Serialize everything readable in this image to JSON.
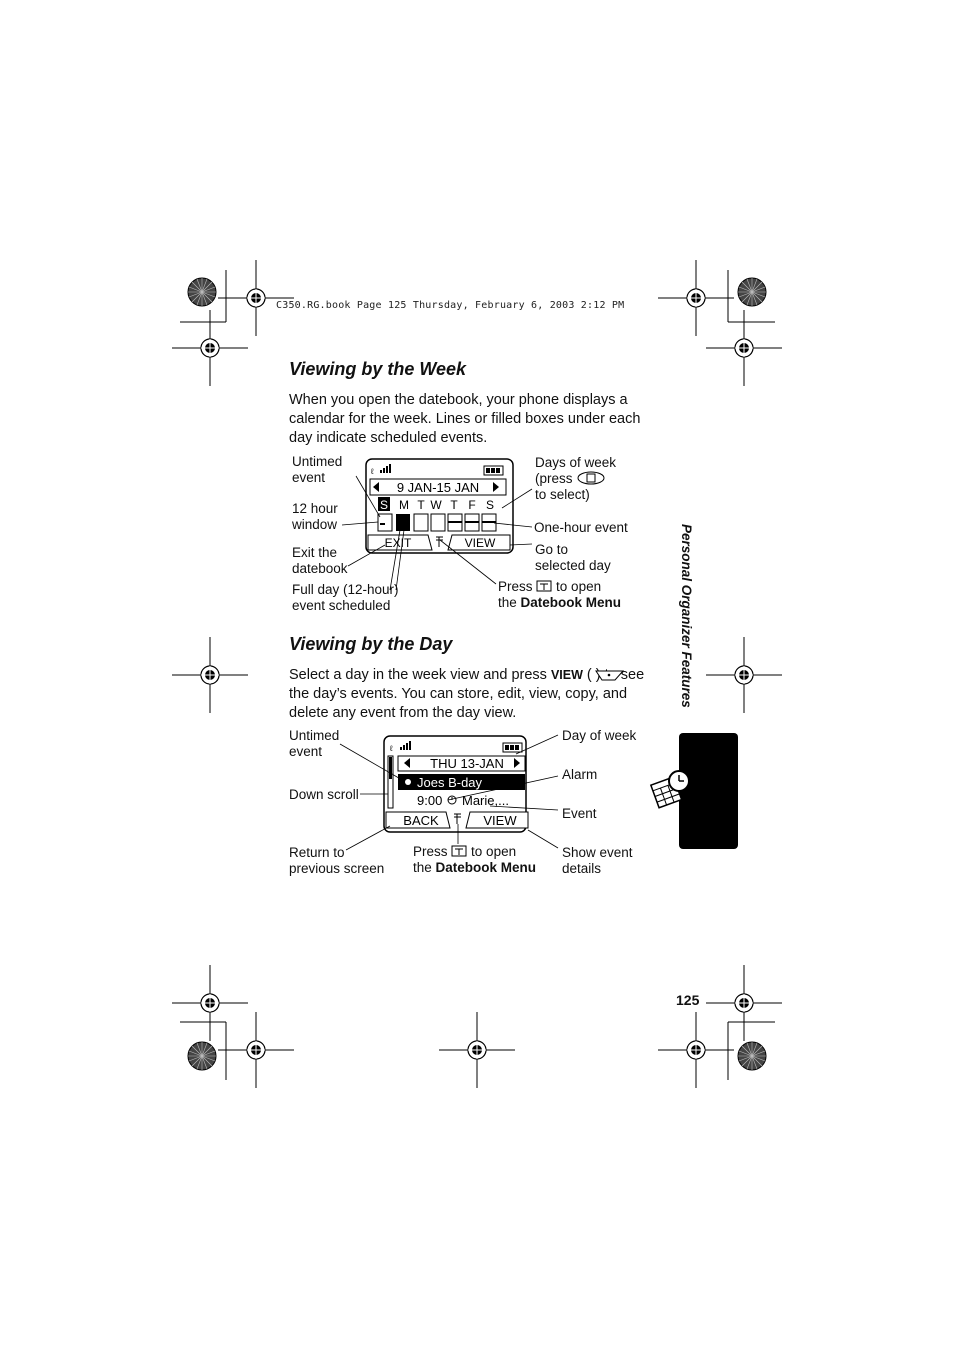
{
  "header_line": "C350.RG.book  Page 125  Thursday, February 6, 2003  2:12 PM",
  "section_week": {
    "title": "Viewing by the Week",
    "body": "When you open the datebook, your phone displays a calendar for the week. Lines or filled boxes under each day indicate scheduled events.",
    "screen": {
      "range": "9 JAN-15 JAN",
      "days": [
        "S",
        "M",
        "T",
        "W",
        "T",
        "F",
        "S"
      ],
      "left_key": "EXIT",
      "right_key": "VIEW"
    },
    "callouts": {
      "untimed_event": [
        "Untimed",
        "event"
      ],
      "twelve_hour": [
        "12 hour",
        "window"
      ],
      "exit": [
        "Exit the",
        "datebook"
      ],
      "full_day": [
        "Full day (12-hour)",
        "event scheduled"
      ],
      "days_of_week": [
        "Days of week",
        "(press",
        "to select)"
      ],
      "one_hour": "One-hour event",
      "go_to": [
        "Go to",
        "selected day"
      ],
      "press_menu": [
        "Press",
        "to open",
        "the",
        "Datebook Menu"
      ]
    }
  },
  "section_day": {
    "title": "Viewing by the Day",
    "body_pre": "Select a day in the week view and press ",
    "body_key": "VIEW",
    "body_post": " (   ) to see the day’s events. You can store, edit, view, copy, and delete any event from the day view.",
    "screen": {
      "date": "THU 13-JAN",
      "event1": "Joes B-day",
      "event2_time": "9:00",
      "event2_text": "Marie,...",
      "left_key": "BACK",
      "right_key": "VIEW"
    },
    "callouts": {
      "untimed_event": [
        "Untimed",
        "event"
      ],
      "down_scroll": "Down scroll",
      "return": [
        "Return to",
        "previous screen"
      ],
      "press_menu": [
        "Press",
        "to open",
        "the",
        "Datebook Menu"
      ],
      "day_of_week": "Day of week",
      "alarm": "Alarm",
      "event": "Event",
      "show_event": [
        "Show event",
        "details"
      ]
    }
  },
  "side_tab_label": "Personal Organizer Features",
  "page_number": "125",
  "icons": [
    "datebook-icon",
    "menu-key-icon",
    "nav-key-icon",
    "soft-key-icon",
    "signal-icon",
    "battery-icon",
    "alarm-icon"
  ]
}
